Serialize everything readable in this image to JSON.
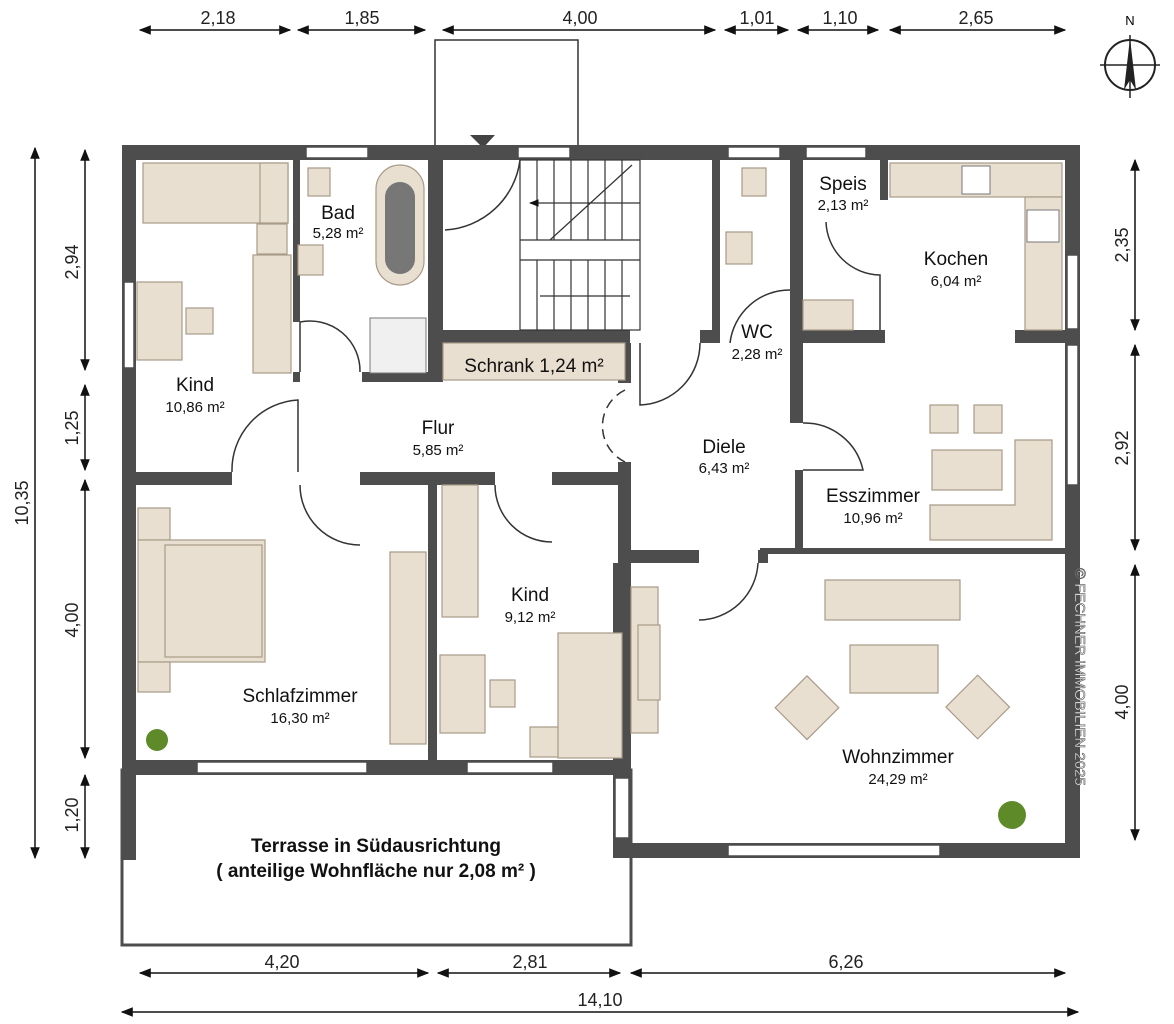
{
  "plan": {
    "copyright": "© FECHNER IMMOBILIEN 2025",
    "compass_label": "N",
    "colors": {
      "wall": "#4d4d4d",
      "furniture": "#e9dfd0",
      "schrank": "#e2d6c4"
    }
  },
  "dimensions": {
    "top": [
      "2,18",
      "1,85",
      "4,00",
      "1,01",
      "1,10",
      "2,65"
    ],
    "bottom": [
      "4,20",
      "2,81",
      "6,26"
    ],
    "total_width": "14,10",
    "total_height": "10,35",
    "left": [
      "2,94",
      "1,25",
      "4,00",
      "1,20"
    ],
    "right": [
      "2,35",
      "2,92",
      "4,00"
    ]
  },
  "rooms": {
    "kind1": {
      "name": "Kind",
      "area": "10,86 m²"
    },
    "bad": {
      "name": "Bad",
      "area": "5,28 m²"
    },
    "schrank": {
      "label": "Schrank 1,24 m²"
    },
    "flur": {
      "name": "Flur",
      "area": "5,85 m²"
    },
    "wc": {
      "name": "WC",
      "area": "2,28 m²"
    },
    "speis": {
      "name": "Speis",
      "area": "2,13 m²"
    },
    "kochen": {
      "name": "Kochen",
      "area": "6,04 m²"
    },
    "diele": {
      "name": "Diele",
      "area": "6,43 m²"
    },
    "esszimmer": {
      "name": "Esszimmer",
      "area": "10,96 m²"
    },
    "schlafzimmer": {
      "name": "Schlafzimmer",
      "area": "16,30 m²"
    },
    "kind2": {
      "name": "Kind",
      "area": "9,12 m²"
    },
    "wohnzimmer": {
      "name": "Wohnzimmer",
      "area": "24,29 m²"
    },
    "terrasse": {
      "line1": "Terrasse in Südausrichtung",
      "line2": "( anteilige Wohnfläche nur 2,08 m² )"
    }
  }
}
